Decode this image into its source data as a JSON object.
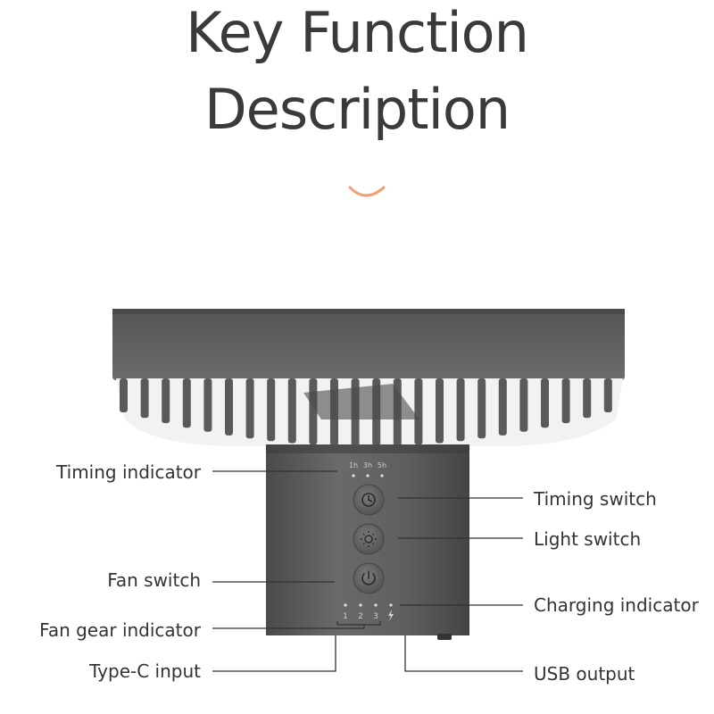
{
  "title_line1": "Key Function",
  "title_line2": "Description",
  "accent_color": "#f0a070",
  "product_color": "#5a5a5a",
  "timing_marks": [
    "1h",
    "3h",
    "5h"
  ],
  "gear_marks": [
    "1",
    "2",
    "3"
  ],
  "charge_icon": "lightning-icon",
  "labels": {
    "timing_indicator": "Timing indicator",
    "fan_switch": "Fan switch",
    "fan_gear_indicator": "Fan gear indicator",
    "type_c_input": "Type-C input",
    "timing_switch": "Timing switch",
    "light_switch": "Light switch",
    "charging_indicator": "Charging indicator",
    "usb_output": "USB output"
  },
  "icons": [
    "clock-icon",
    "sun-icon",
    "power-icon"
  ]
}
